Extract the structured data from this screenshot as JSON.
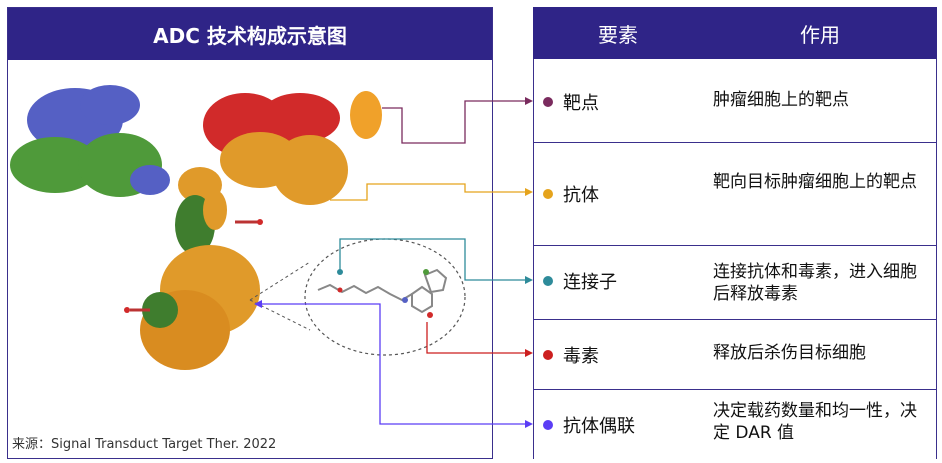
{
  "diagram": {
    "title": "ADC 技术构成示意图",
    "source": "来源：Signal Transduct Target Ther. 2022"
  },
  "table": {
    "header_element": "要素",
    "header_function": "作用",
    "rows": [
      {
        "element": "靶点",
        "function": "肿瘤细胞上的靶点",
        "color": "#7a2b5e"
      },
      {
        "element": "抗体",
        "function": "靶向目标肿瘤细胞上的靶点",
        "color": "#e5a31c"
      },
      {
        "element": "连接子",
        "function": "连接抗体和毒素，进入细胞后释放毒素",
        "color": "#2e8b9a"
      },
      {
        "element": "毒素",
        "function": "释放后杀伤目标细胞",
        "color": "#cc1f1f"
      },
      {
        "element": "抗体偶联",
        "function": "决定载药数量和均一性，决定 DAR 值",
        "color": "#5b3df5"
      }
    ]
  },
  "colors": {
    "header_bg": "#2f2487",
    "antibody_orange": "#e09a2a",
    "antibody_green": "#4f9a3a",
    "antibody_blue": "#5560c4",
    "target_red": "#d12a2a"
  }
}
